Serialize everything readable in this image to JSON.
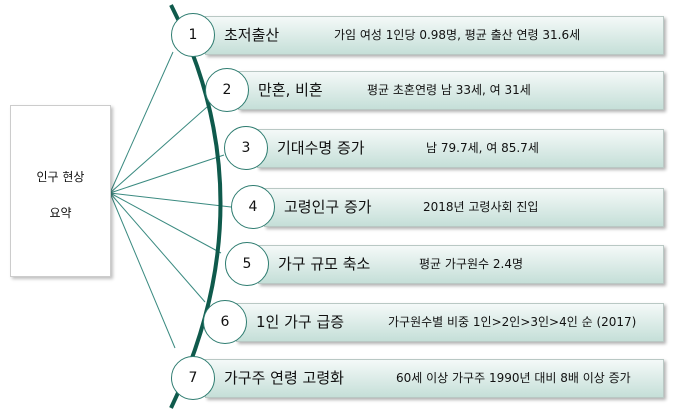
{
  "summary_box": {
    "line1": "인구 현상",
    "line2": "요약"
  },
  "items": [
    {
      "number": "1",
      "title": "초저출산",
      "description": "가임 여성 1인당 0.98명, 평균 출산 연령 31.6세"
    },
    {
      "number": "2",
      "title": "만혼, 비혼",
      "description": "평균 초혼연령 남 33세, 여 31세"
    },
    {
      "number": "3",
      "title": "기대수명 증가",
      "description": "남 79.7세, 여 85.7세"
    },
    {
      "number": "4",
      "title": "고령인구 증가",
      "description": "2018년 고령사회 진입"
    },
    {
      "number": "5",
      "title": "가구 규모 축소",
      "description": "평균 가구원수 2.4명"
    },
    {
      "number": "6",
      "title": "1인 가구 급증",
      "description": "가구원수별 비중 1인>2인>3인>4인 순 (2017)"
    },
    {
      "number": "7",
      "title": "가구주 연령 고령화",
      "description": "60세 이상 가구주 1990년 대비 8배 이상 증가"
    }
  ],
  "colors": {
    "spine": "#0f5a4c",
    "connector": "#3a8a80",
    "bar_bottom": "#c5dfd8"
  }
}
